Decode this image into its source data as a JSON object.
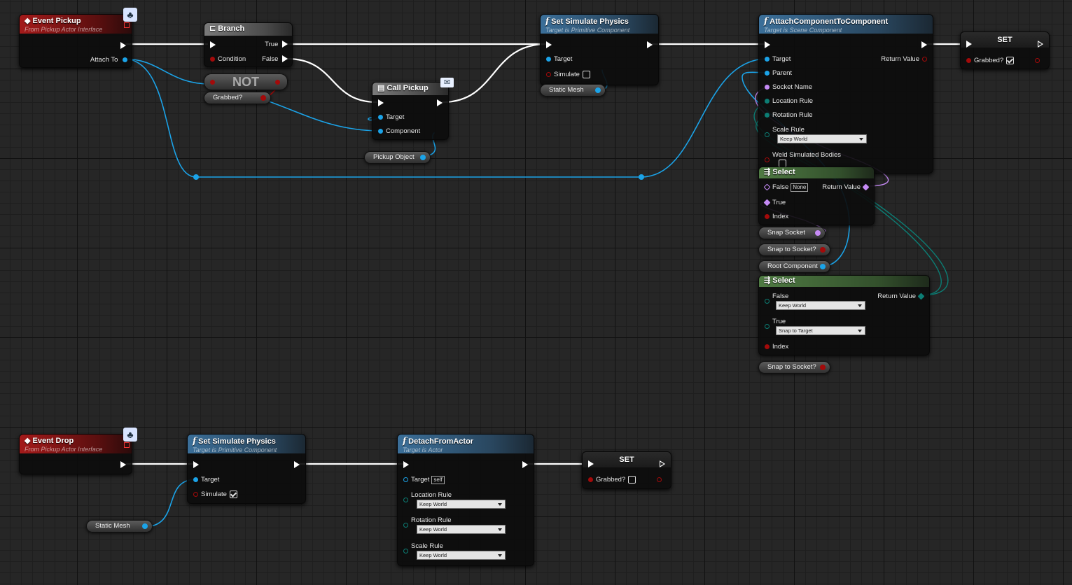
{
  "colors": {
    "exec": "#ffffff",
    "object": "#1ba3e8",
    "boolean": "#a30a0a",
    "name": "#c58af5",
    "struct_enum": "#0c7d74"
  },
  "top": {
    "event_pickup": {
      "title": "Event Pickup",
      "subtitle": "From Pickup Actor Interface",
      "attach_to": "Attach To"
    },
    "branch": {
      "title": "Branch",
      "condition": "Condition",
      "true": "True",
      "false": "False"
    },
    "not": {
      "title": "NOT"
    },
    "grabbed_var": {
      "label": "Grabbed?"
    },
    "call_pickup": {
      "title": "Call Pickup",
      "target": "Target",
      "component": "Component"
    },
    "pickup_object": {
      "label": "Pickup Object"
    },
    "set_sim": {
      "title": "Set Simulate Physics",
      "subtitle": "Target is Primitive Component",
      "target": "Target",
      "simulate": "Simulate",
      "simulate_checked": false
    },
    "static_mesh": {
      "label": "Static Mesh"
    },
    "attach": {
      "title": "AttachComponentToComponent",
      "subtitle": "Target is Scene Component",
      "target": "Target",
      "parent": "Parent",
      "socket_name": "Socket Name",
      "location_rule": "Location Rule",
      "rotation_rule": "Rotation Rule",
      "scale_rule": "Scale Rule",
      "scale_value": "Keep World",
      "weld": "Weld Simulated Bodies",
      "return_value": "Return Value"
    },
    "set": {
      "title": "SET",
      "grabbed": "Grabbed?",
      "checked": true
    },
    "select1": {
      "title": "Select",
      "false": "False",
      "false_value": "None",
      "true": "True",
      "index": "Index",
      "return_value": "Return Value"
    },
    "snap_socket": {
      "label": "Snap Socket"
    },
    "snap_to_socket1": {
      "label": "Snap to Socket?"
    },
    "root_component": {
      "label": "Root Component"
    },
    "select2": {
      "title": "Select",
      "false": "False",
      "false_value": "Keep World",
      "true": "True",
      "true_value": "Snap to Target",
      "index": "Index",
      "return_value": "Return Value"
    },
    "snap_to_socket2": {
      "label": "Snap to Socket?"
    }
  },
  "bottom": {
    "event_drop": {
      "title": "Event Drop",
      "subtitle": "From Pickup Actor Interface"
    },
    "set_sim": {
      "title": "Set Simulate Physics",
      "subtitle": "Target is Primitive Component",
      "target": "Target",
      "simulate": "Simulate",
      "simulate_checked": true
    },
    "static_mesh": {
      "label": "Static Mesh"
    },
    "detach": {
      "title": "DetachFromActor",
      "subtitle": "Target is Actor",
      "target": "Target",
      "target_value": "self",
      "location_rule": "Location Rule",
      "location_value": "Keep World",
      "rotation_rule": "Rotation Rule",
      "rotation_value": "Keep World",
      "scale_rule": "Scale Rule",
      "scale_value": "Keep World"
    },
    "set": {
      "title": "SET",
      "grabbed": "Grabbed?",
      "checked": false
    }
  }
}
